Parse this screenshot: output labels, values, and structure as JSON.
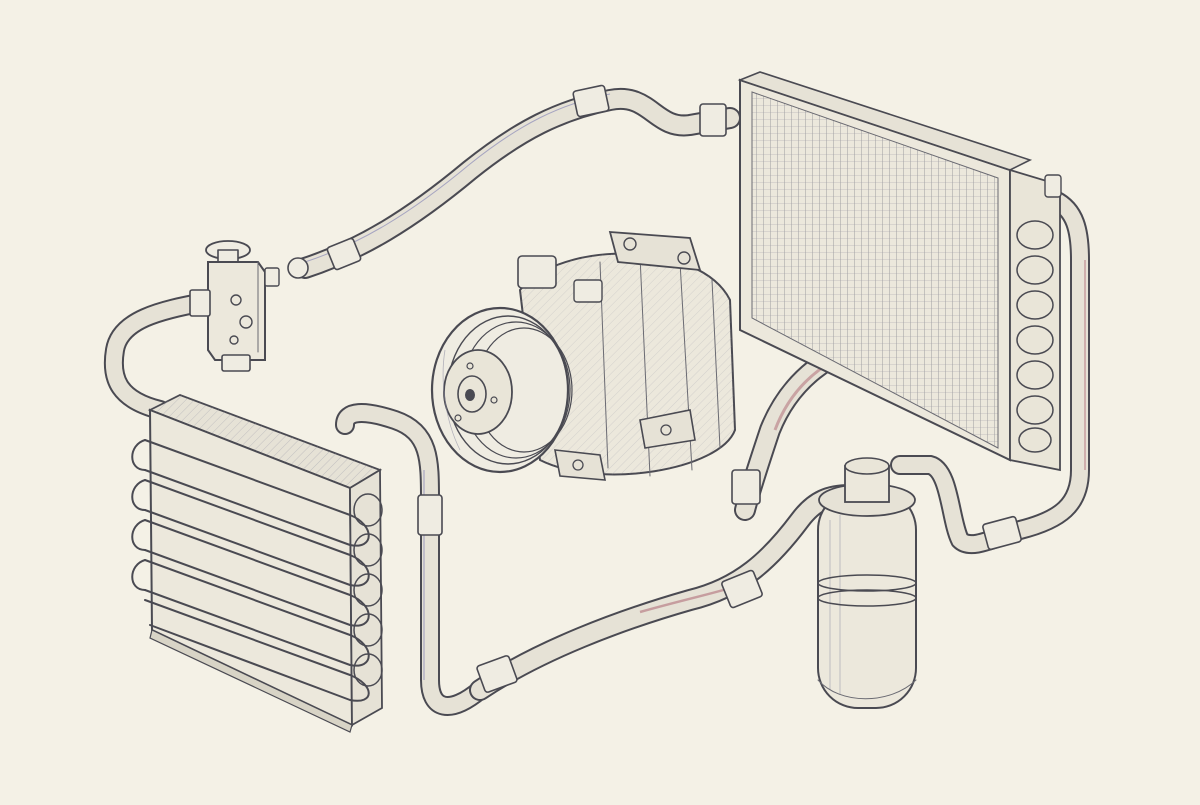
{
  "colors": {
    "background": "#f4f1e6",
    "ink": "#4a4a52",
    "hot_line": "#b0707a",
    "cool_line": "#8a8ab8",
    "pipe_fill": "#e6e2d6"
  },
  "components": [
    {
      "id": "expansion-valve",
      "icon": "valve-icon"
    },
    {
      "id": "compressor",
      "icon": "compressor-icon"
    },
    {
      "id": "condenser",
      "icon": "radiator-icon"
    },
    {
      "id": "evaporator",
      "icon": "coil-icon"
    },
    {
      "id": "receiver-drier",
      "icon": "canister-icon"
    }
  ]
}
